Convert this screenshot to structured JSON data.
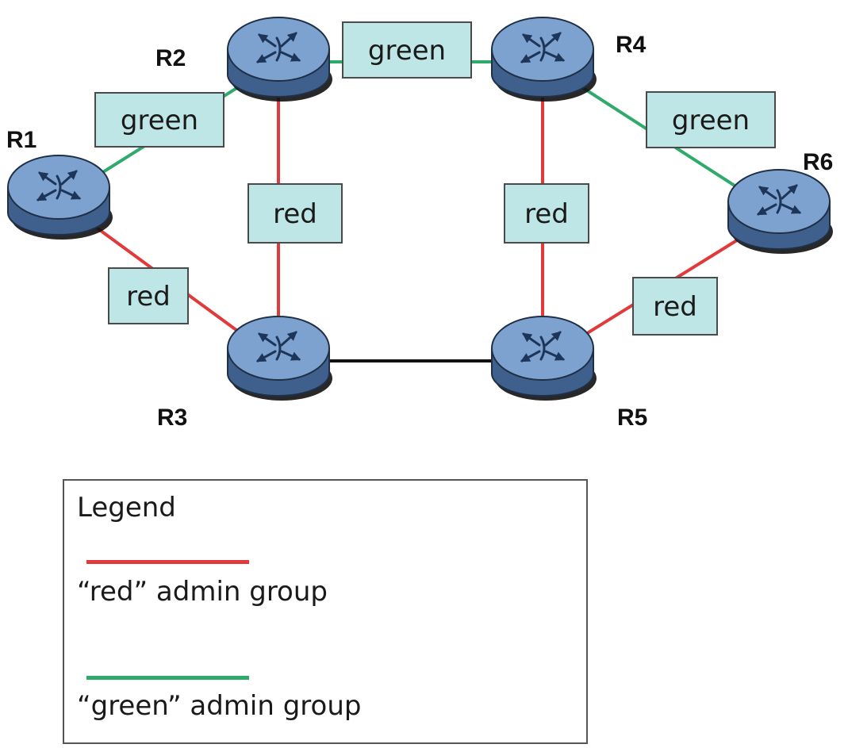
{
  "colors": {
    "red_link": "#e03a3a",
    "green_link": "#2eaa6a",
    "plain_link": "#111111",
    "router_body": "#5e84b6",
    "router_top": "#7ea2cf",
    "label_fill": "#bfe6e6"
  },
  "routers": [
    {
      "id": "R1",
      "label": "R1",
      "icon": "router-icon"
    },
    {
      "id": "R2",
      "label": "R2",
      "icon": "router-icon"
    },
    {
      "id": "R3",
      "label": "R3",
      "icon": "router-icon"
    },
    {
      "id": "R4",
      "label": "R4",
      "icon": "router-icon"
    },
    {
      "id": "R5",
      "label": "R5",
      "icon": "router-icon"
    },
    {
      "id": "R6",
      "label": "R6",
      "icon": "router-icon"
    }
  ],
  "links": [
    {
      "id": "R1-R2",
      "from": "R1",
      "to": "R2",
      "group": "green",
      "label": "green"
    },
    {
      "id": "R2-R4",
      "from": "R2",
      "to": "R4",
      "group": "green",
      "label": "green"
    },
    {
      "id": "R4-R6",
      "from": "R4",
      "to": "R6",
      "group": "green",
      "label": "green"
    },
    {
      "id": "R2-R3",
      "from": "R2",
      "to": "R3",
      "group": "red",
      "label": "red"
    },
    {
      "id": "R4-R5",
      "from": "R4",
      "to": "R5",
      "group": "red",
      "label": "red"
    },
    {
      "id": "R1-R3",
      "from": "R1",
      "to": "R3",
      "group": "red",
      "label": "red"
    },
    {
      "id": "R5-R6",
      "from": "R5",
      "to": "R6",
      "group": "red",
      "label": "red"
    },
    {
      "id": "R3-R5",
      "from": "R3",
      "to": "R5",
      "group": "none",
      "label": ""
    }
  ],
  "legend": {
    "title": "Legend",
    "items": [
      {
        "group": "red",
        "label": "“red” admin group"
      },
      {
        "group": "green",
        "label": "“green” admin group"
      }
    ]
  }
}
